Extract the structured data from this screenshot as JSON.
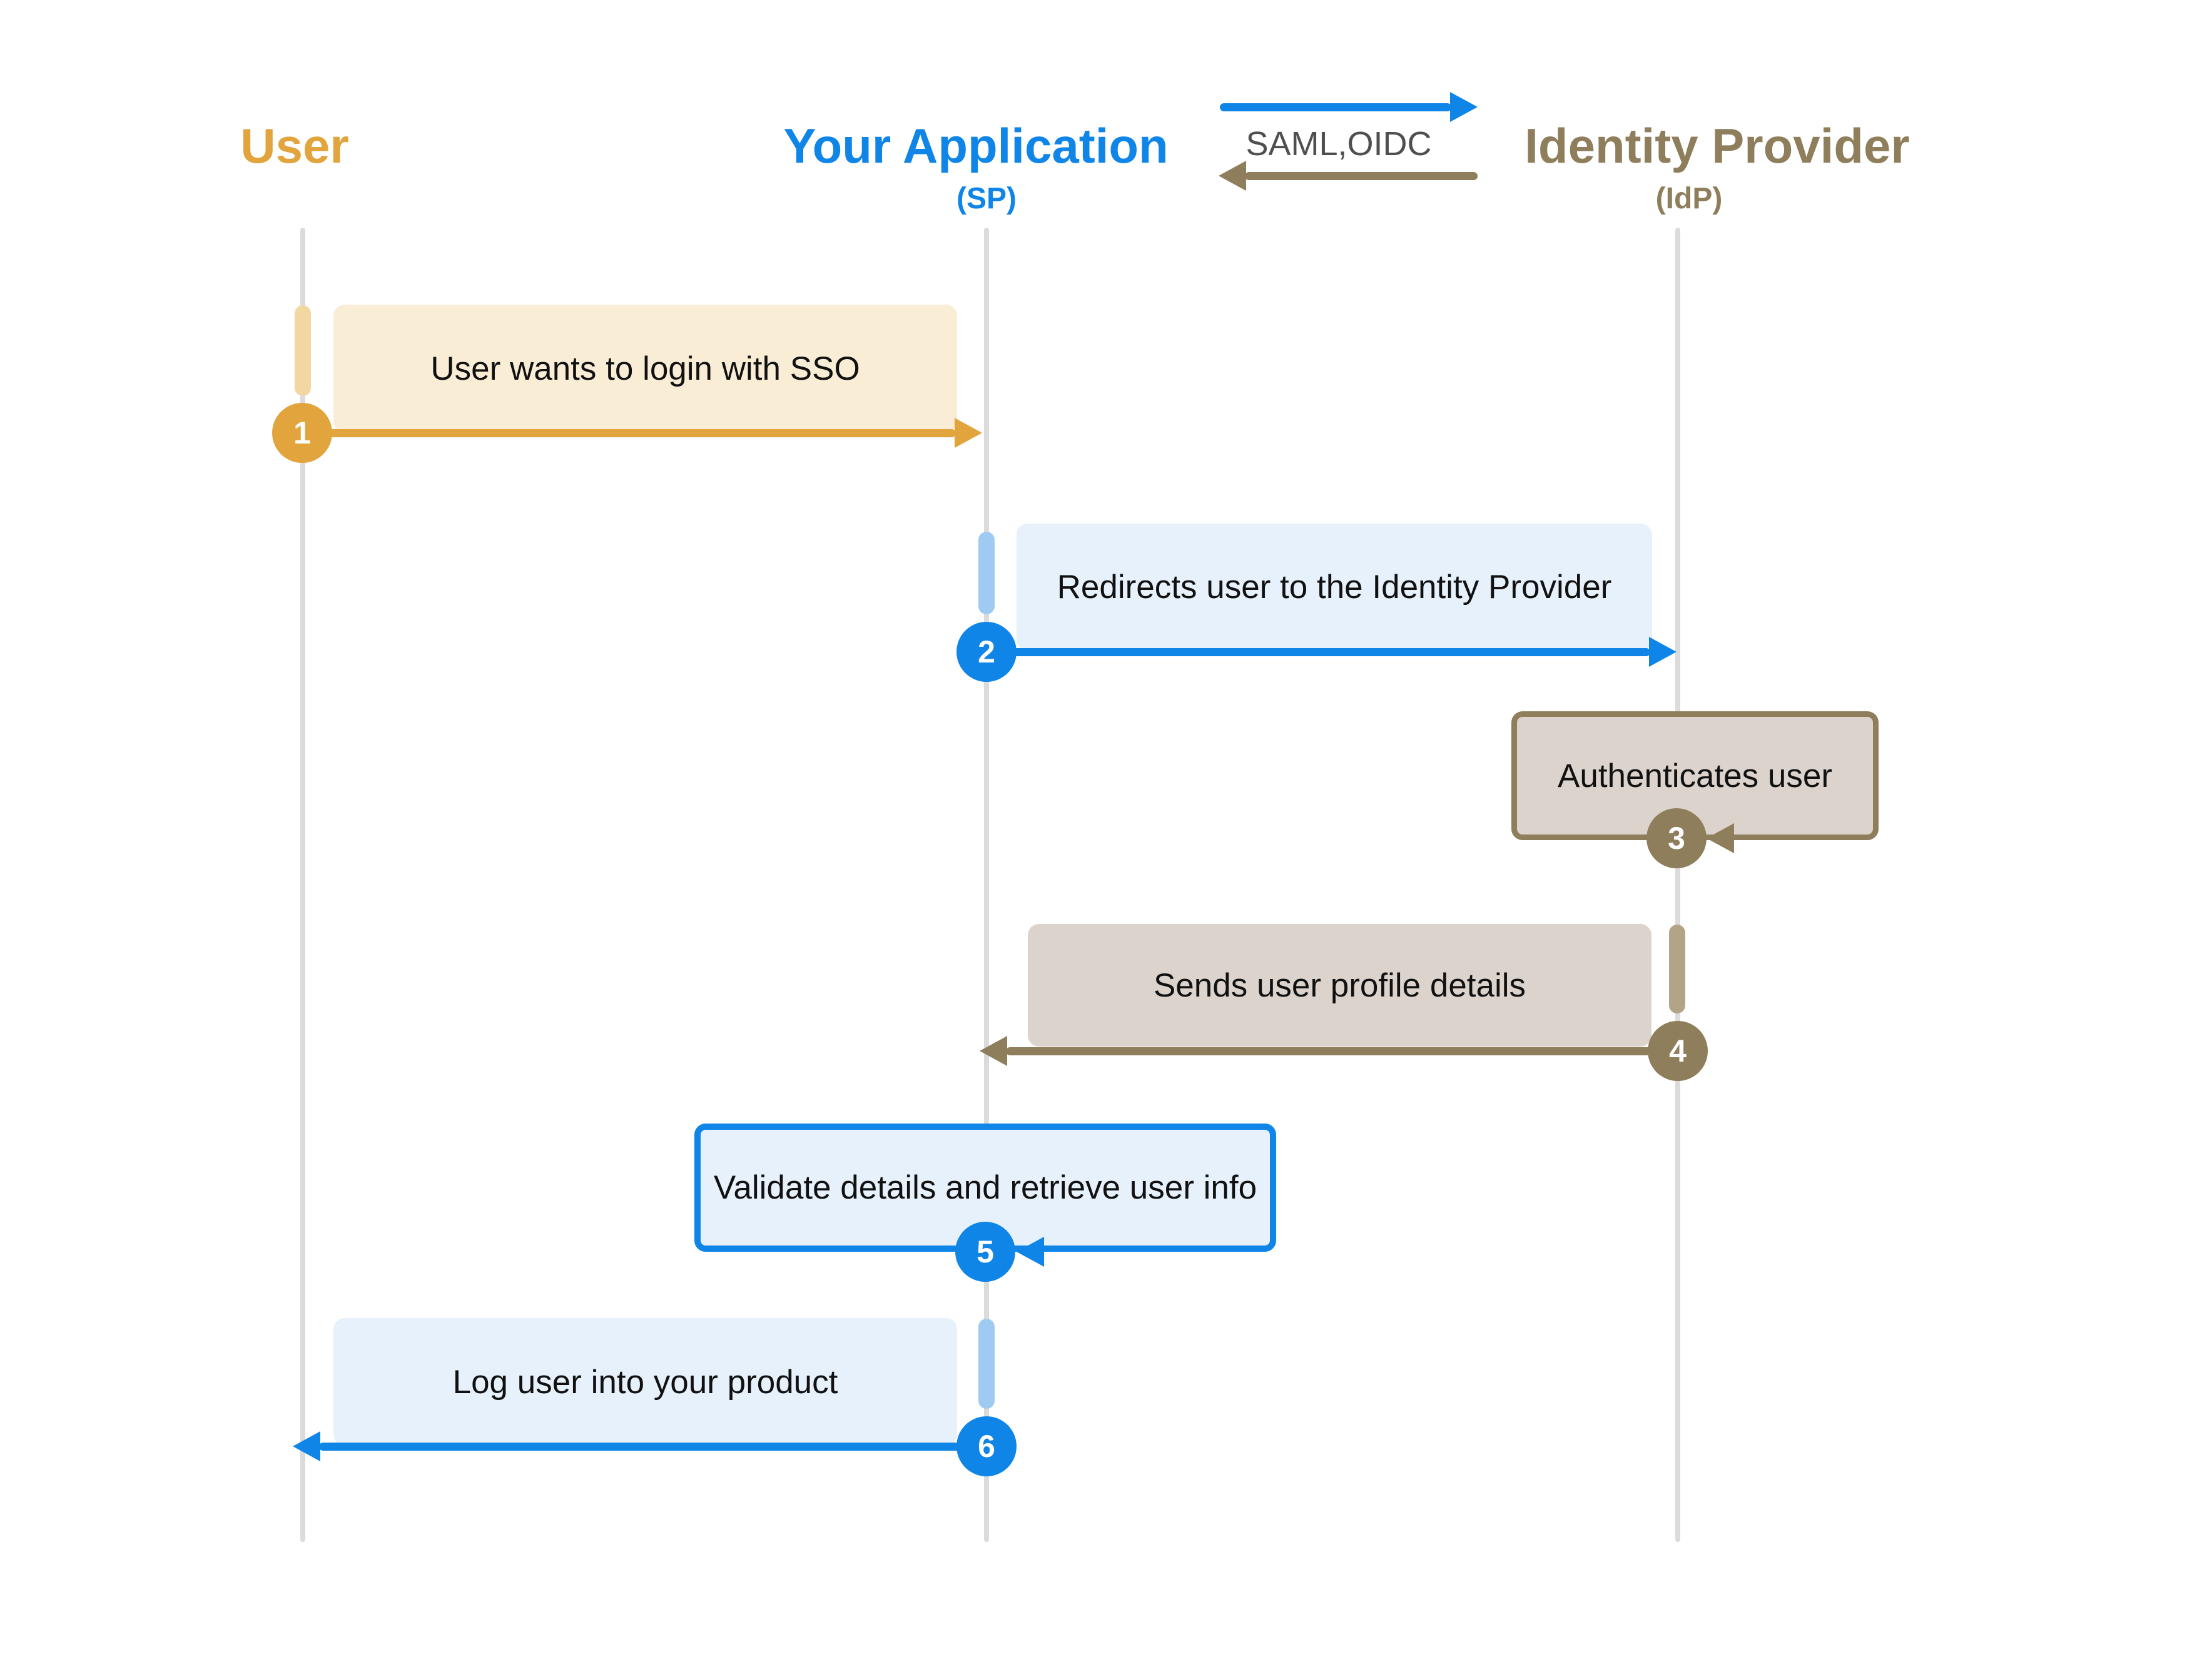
{
  "theme": {
    "background": "#FFFFFF",
    "gold": "#E2A43D",
    "gold_bar": "#F1D8A2",
    "gold_box": "#FAEDD6",
    "blue": "#1085E8",
    "blue_bar": "#9FCBF2",
    "blue_box": "#E6F1FB",
    "brown": "#8F7E5C",
    "brown_bar": "#B3A487",
    "brown_box": "#DCD4CC",
    "lifeline": "#DBDBDB",
    "ink": "#111111",
    "protocol_text": "#4F4F4F"
  },
  "actors": [
    {
      "id": "user",
      "label": "User",
      "sublabel": ""
    },
    {
      "id": "app",
      "label": "Your Application",
      "sublabel": "(SP)"
    },
    {
      "id": "idp",
      "label": "Identity Provider",
      "sublabel": "(IdP)"
    }
  ],
  "protocol": {
    "label": "SAML,OIDC"
  },
  "messages": [
    {
      "step": "1",
      "text": "User wants to login with SSO",
      "from": "User",
      "to": "Your Application"
    },
    {
      "step": "2",
      "text": "Redirects user to the Identity Provider",
      "from": "Your Application",
      "to": "Identity Provider"
    },
    {
      "step": "3",
      "text": "Authenticates user",
      "from": "Identity Provider",
      "to": "Identity Provider"
    },
    {
      "step": "4",
      "text": "Sends user profile details",
      "from": "Identity Provider",
      "to": "Your Application"
    },
    {
      "step": "5",
      "text": "Validate details and retrieve user info",
      "from": "Your Application",
      "to": "Your Application"
    },
    {
      "step": "6",
      "text": "Log user into your product",
      "from": "Your Application",
      "to": "User"
    }
  ]
}
